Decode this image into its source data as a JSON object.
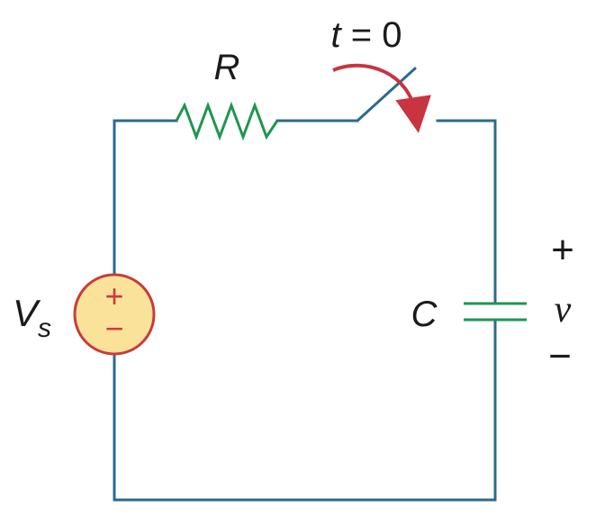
{
  "labels": {
    "resistor": "R",
    "switch_time_var": "t",
    "switch_time_rest": " = 0",
    "source_main": "V",
    "source_sub": "s",
    "capacitor": "C",
    "voltage": "v",
    "plus": "+",
    "minus": "−"
  },
  "source_symbols": {
    "plus": "+",
    "minus": "−"
  },
  "colors": {
    "wire": "#2c6a8f",
    "resistor": "#1e9650",
    "capacitor": "#1e9650",
    "source_fill": "#fbe29b",
    "source_stroke": "#c93b3b",
    "arrow": "#c8343f"
  }
}
